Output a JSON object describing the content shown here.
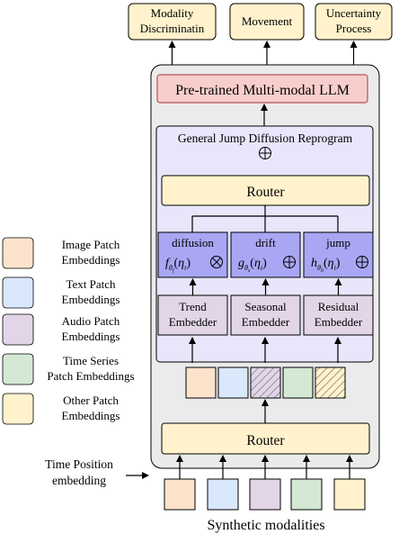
{
  "outputs": {
    "modality": [
      "Modality",
      "Discriminatin"
    ],
    "movement": "Movement",
    "uncertainty": [
      "Uncertainty",
      "Process"
    ]
  },
  "llm": "Pre-trained Multi-modal LLM",
  "reprogram": {
    "title": "General Jump Diffusion Reprogram",
    "router": "Router",
    "components": [
      {
        "name": "diffusion",
        "func": "f",
        "sub": "θ",
        "subsub": "f",
        "arg": "η",
        "argsub": "t",
        "op": "⊗"
      },
      {
        "name": "drift",
        "func": "g",
        "sub": "θ",
        "subsub": "s",
        "arg": "η",
        "argsub": "i",
        "op": "⊕"
      },
      {
        "name": "jump",
        "func": "h",
        "sub": "θ",
        "subsub": "h",
        "arg": "η",
        "argsub": "i",
        "op": "⊕"
      }
    ],
    "embedders": [
      [
        "Trend",
        "Embedder"
      ],
      [
        "Seasonal",
        "Embedder"
      ],
      [
        "Residual",
        "Embedder"
      ]
    ]
  },
  "bottom_router": "Router",
  "time_position": [
    "Time Position",
    "embedding"
  ],
  "synthetic_label": "Synthetic modalities",
  "legend": [
    {
      "label": [
        "Image Patch",
        "Embeddings"
      ],
      "color": "#fde3cc"
    },
    {
      "label": [
        "Text Patch",
        "Embeddings"
      ],
      "color": "#dae8fc"
    },
    {
      "label": [
        "Audio Patch",
        "Embeddings"
      ],
      "color": "#e1d5e7"
    },
    {
      "label": [
        "Time Series",
        "Patch Embeddings"
      ],
      "color": "#d5e8d4"
    },
    {
      "label": [
        "Other Patch",
        "Embeddings"
      ],
      "color": "#fff2cc"
    }
  ],
  "colors": {
    "outer_frame": "#ebebeb",
    "llm": "#f8cecc",
    "llm_border": "#b85450",
    "reprogram_bg": "#e8e6fb",
    "router": "#fff2cc",
    "component": "#a9a6f4",
    "embedder": "#e1d5e7"
  }
}
